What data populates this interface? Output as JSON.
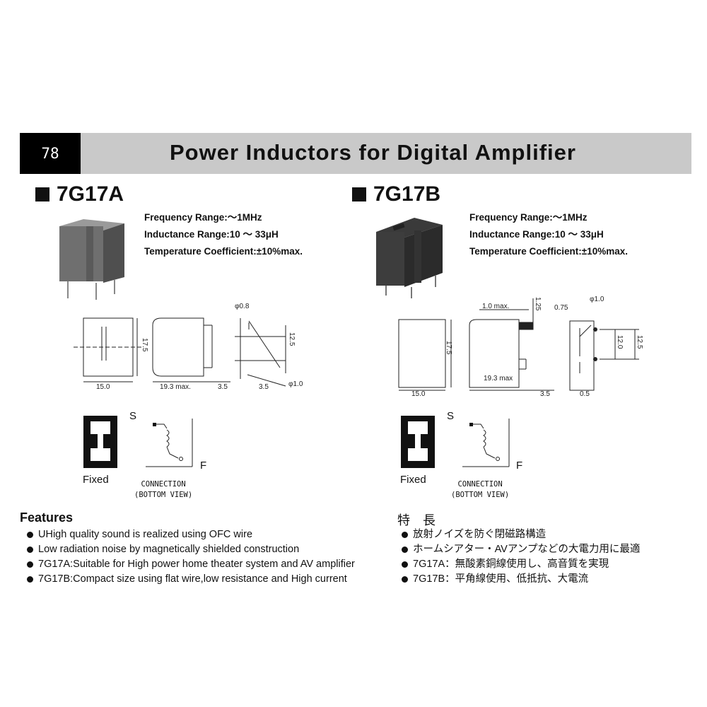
{
  "header": {
    "page_number": "78",
    "title": "Power Inductors for Digital Amplifier"
  },
  "products": [
    {
      "name": "7G17A",
      "specs": [
        "Frequency Range:～1MHz",
        "Inductance Range:10 ～ 33μH",
        "Temperature Coefficient:±10%max."
      ],
      "dims": {
        "front_w": "15.0",
        "front_h": "17.5",
        "side_w": "19.3 max.",
        "side_pin": "3.5",
        "pin_dia_top": "φ0.8",
        "pin_span": "12.5",
        "pin_off": "3.5",
        "pin_dia": "φ1.0"
      },
      "symbol_label": "Fixed",
      "conn_s": "S",
      "conn_f": "F",
      "conn_label_1": "CONNECTION",
      "conn_label_2": "(BOTTOM VIEW)"
    },
    {
      "name": "7G17B",
      "specs": [
        "Frequency Range:～1MHz",
        "Inductance Range:10 ～ 33μH",
        "Temperature Coefficient:±10%max."
      ],
      "dims": {
        "front_w": "15.0",
        "front_h": "17.5",
        "side_w": "19.3 max",
        "side_pin": "3.5",
        "top_max": "1.0 max.",
        "top_h": "1.25",
        "pin_off_top": "0.75",
        "pin_dia": "φ1.0",
        "pin_span_a": "12.0",
        "pin_span_b": "12.5",
        "pin_off": "0.5"
      },
      "symbol_label": "Fixed",
      "conn_s": "S",
      "conn_f": "F",
      "conn_label_1": "CONNECTION",
      "conn_label_2": "(BOTTOM VIEW)"
    }
  ],
  "features_en": {
    "title": "Features",
    "items": [
      "UHigh quality sound is realized using OFC wire",
      "Low radiation noise by magnetically shielded construction",
      "7G17A:Suitable for High power home theater system and AV amplifier",
      "7G17B:Compact size using flat wire,low resistance and High current"
    ]
  },
  "features_ja": {
    "title": "特　長",
    "items": [
      "放射ノイズを防ぐ閉磁路構造",
      "ホームシアター・AVアンプなどの大電力用に最適",
      "7G17A：無酸素銅線使用し、高音質を実現",
      "7G17B：平角線使用、低抵抗、大電流"
    ]
  }
}
